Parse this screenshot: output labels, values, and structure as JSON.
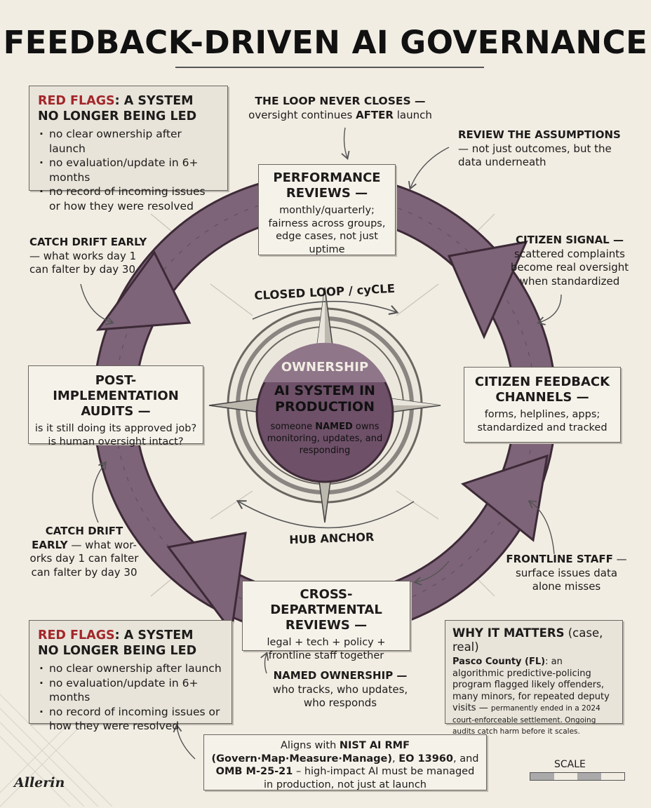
{
  "title": "FEEDBACK-DRIVEN AI GOVERNANCE",
  "red_flags": {
    "prefix": "RED FLAGS",
    "rest_line1": ": A SYSTEM",
    "line2": "NO LONGER BEING LED",
    "items_top": [
      "no clear ownership after launch",
      "no evaluation/update in 6+ months",
      "no record of incoming issues or how they were resolved"
    ],
    "items_bottom": [
      "no clear ownership after launch",
      "no evaluation/update in 6+ months",
      "no record of incoming issues or how they were resolved"
    ]
  },
  "loop_note": {
    "line1": "THE LOOP NEVER CLOSES —",
    "line2a": "oversight continues ",
    "line2b": "AFTER",
    "line2c": " launch"
  },
  "assumptions_note": {
    "head": "REVIEW THE ASSUMPTIONS",
    "rest": "— not just outcomes, but the data underneath"
  },
  "performance": {
    "title": "PERFORMANCE REVIEWS —",
    "text": "monthly/quarterly; fairness across groups, edge cases, not just uptime"
  },
  "citizen_signal": {
    "head": "CITIZEN SIGNAL —",
    "rest": "scattered complaints become real oversight when standardized"
  },
  "catch_drift_top": {
    "head": "CATCH DRIFT EARLY",
    "rest": "— what works day 1 can falter by day 30"
  },
  "catch_drift_bottom": {
    "head": "CATCH DRIFT",
    "head2": "EARLY",
    "rest": "— what wor- orks day 1 can falter can falter by day 30"
  },
  "closed_loop_label": "CLOSED LOOP / cyCLE",
  "hub_anchor_label": "HUB ANCHOR",
  "hub": {
    "ownership": "OWNERSHIP",
    "title": "AI SYSTEM IN PRODUCTION",
    "text_a": "someone ",
    "text_b": "NAMED",
    "text_c": " owns monitoring, updates, and responding"
  },
  "post_impl": {
    "title": "POST-IMPLEMENTATION AUDITS —",
    "text": "is it still doing its approved job? is human oversight intact?"
  },
  "citizen_feedback": {
    "title": "CITIZEN FEEDBACK CHANNELS —",
    "text": "forms, helplines, apps; standardized and tracked"
  },
  "frontline": {
    "head": "FRONTLINE STAFF",
    "rest": "— surface issues data alone misses"
  },
  "cross_dept": {
    "title": "CROSS-DEPARTMENTAL REVIEWS —",
    "text": "legal + tech + policy + frontline staff together"
  },
  "named_ownership": {
    "head": "NAMED OWNERSHIP —",
    "rest": "who tracks, who updates, who responds"
  },
  "why": {
    "head": "WHY IT MATTERS",
    "head_rest": " (case, real)",
    "bold": "Pasco County (FL)",
    "text": ": an algorithmic predictive-policing program flagged likely offenders, many minors, for repeated deputy visits — ",
    "small": "permanently ended in a 2024 court-enforceable settlement. Ongoing audits catch harm before it scales."
  },
  "footer": {
    "a": "Aligns with ",
    "b": "NIST AI RMF (Govern·Map·Measure·Manage)",
    "c": ", ",
    "d": "EO 13960",
    "e": ", and ",
    "f": "OMB M-25-21",
    "g": " – high-impact AI must be managed in production, not just at launch"
  },
  "scale_label": "SCALE",
  "logo": "Allerin",
  "colors": {
    "ring": "#7e6478",
    "ring_dark": "#3d2a37",
    "red": "#a3262a",
    "hub": "#6e5068"
  }
}
